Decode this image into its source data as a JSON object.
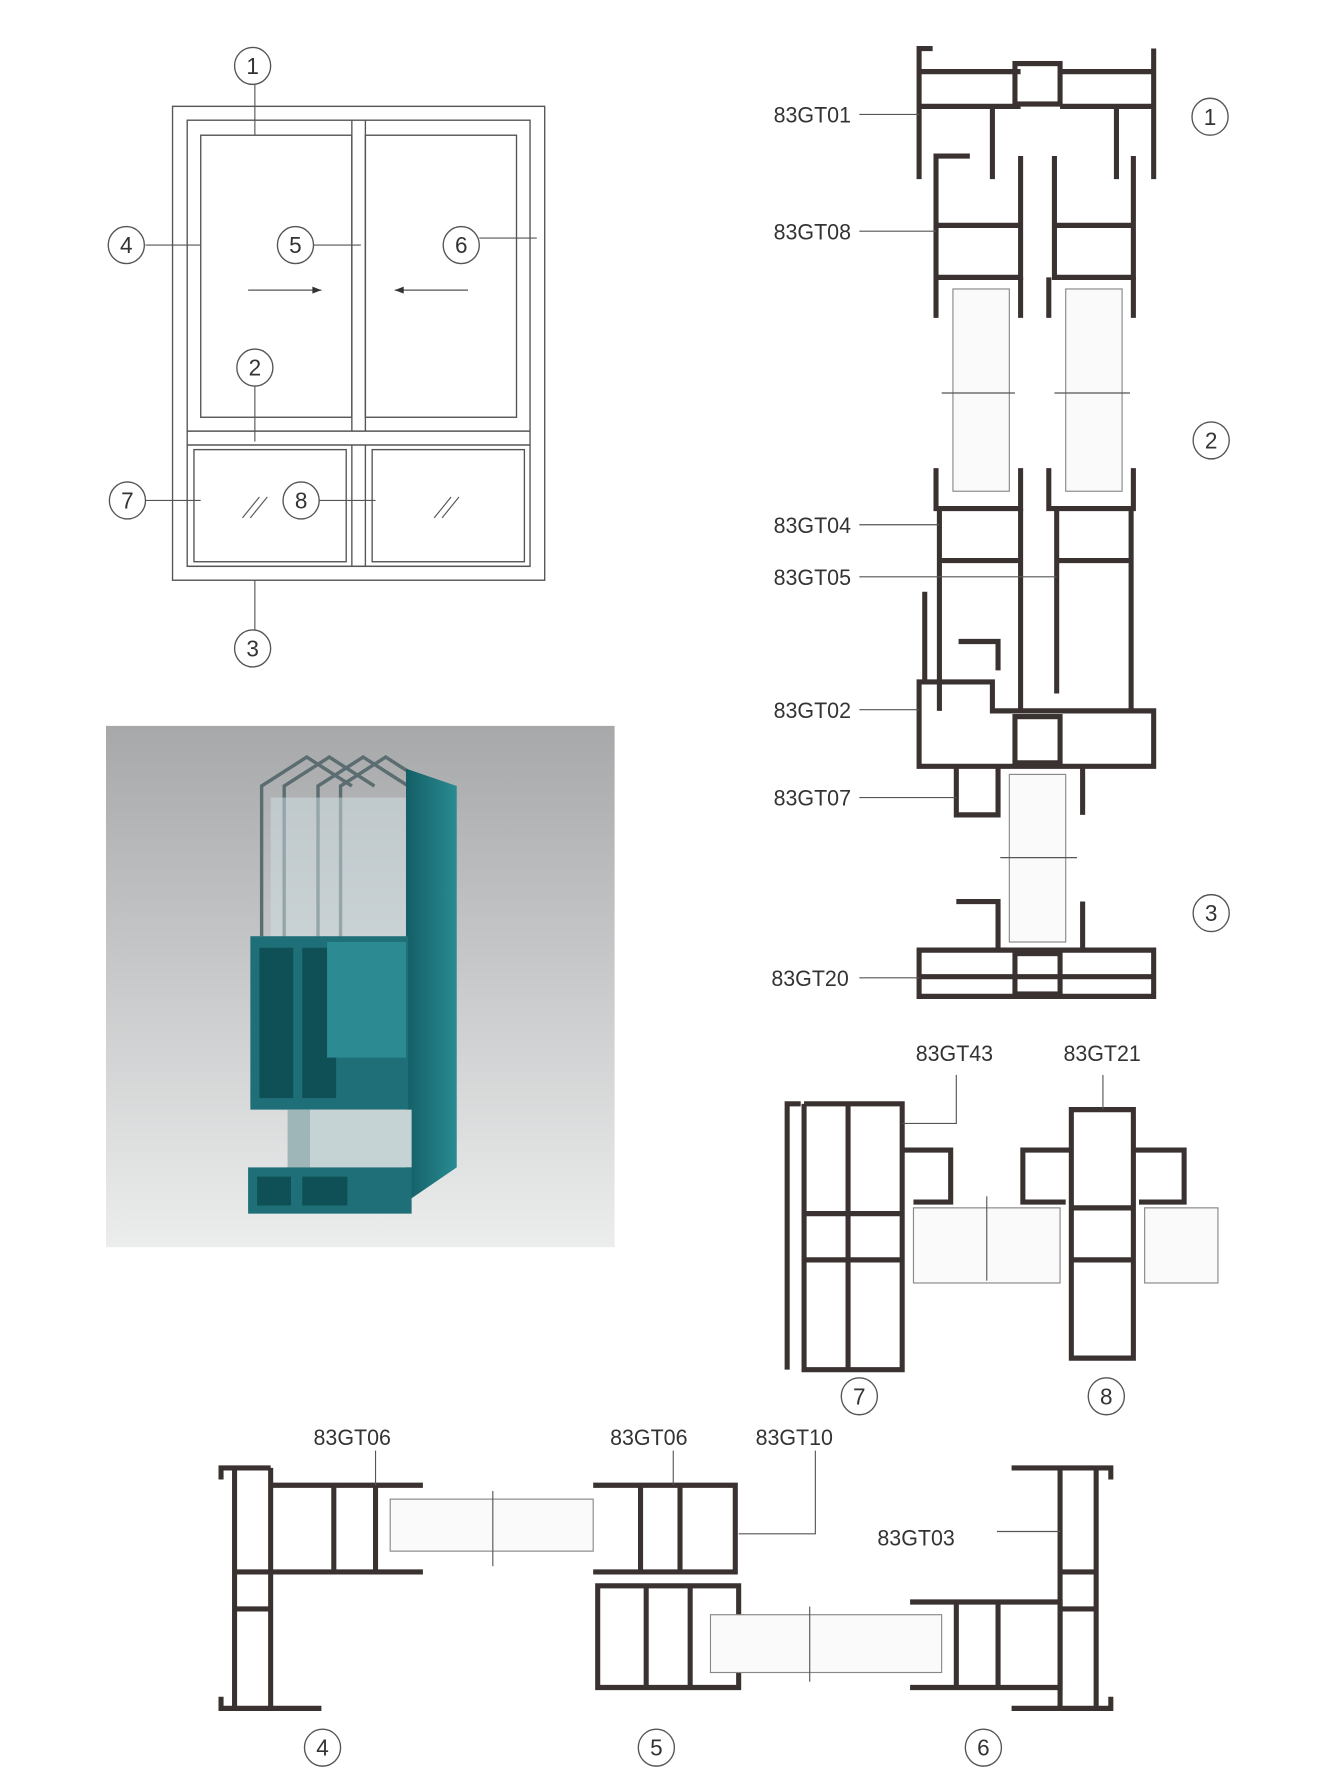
{
  "elevation": {
    "markers": [
      "1",
      "2",
      "3",
      "4",
      "5",
      "6",
      "7",
      "8"
    ]
  },
  "vertical_section": {
    "labels": [
      "83GT01",
      "83GT08",
      "83GT04",
      "83GT05",
      "83GT02",
      "83GT07",
      "83GT20"
    ],
    "markers": [
      "1",
      "2",
      "3"
    ]
  },
  "transom_section": {
    "labels": [
      "83GT43",
      "83GT21"
    ],
    "markers": [
      "7",
      "8"
    ]
  },
  "horizontal_section": {
    "labels": [
      "83GT06",
      "83GT06",
      "83GT10",
      "83GT03"
    ],
    "markers": [
      "4",
      "5",
      "6"
    ]
  },
  "colors": {
    "profile": "#3a3230",
    "render_profile": "#1f7f86",
    "render_bg": "#a9aaac"
  }
}
